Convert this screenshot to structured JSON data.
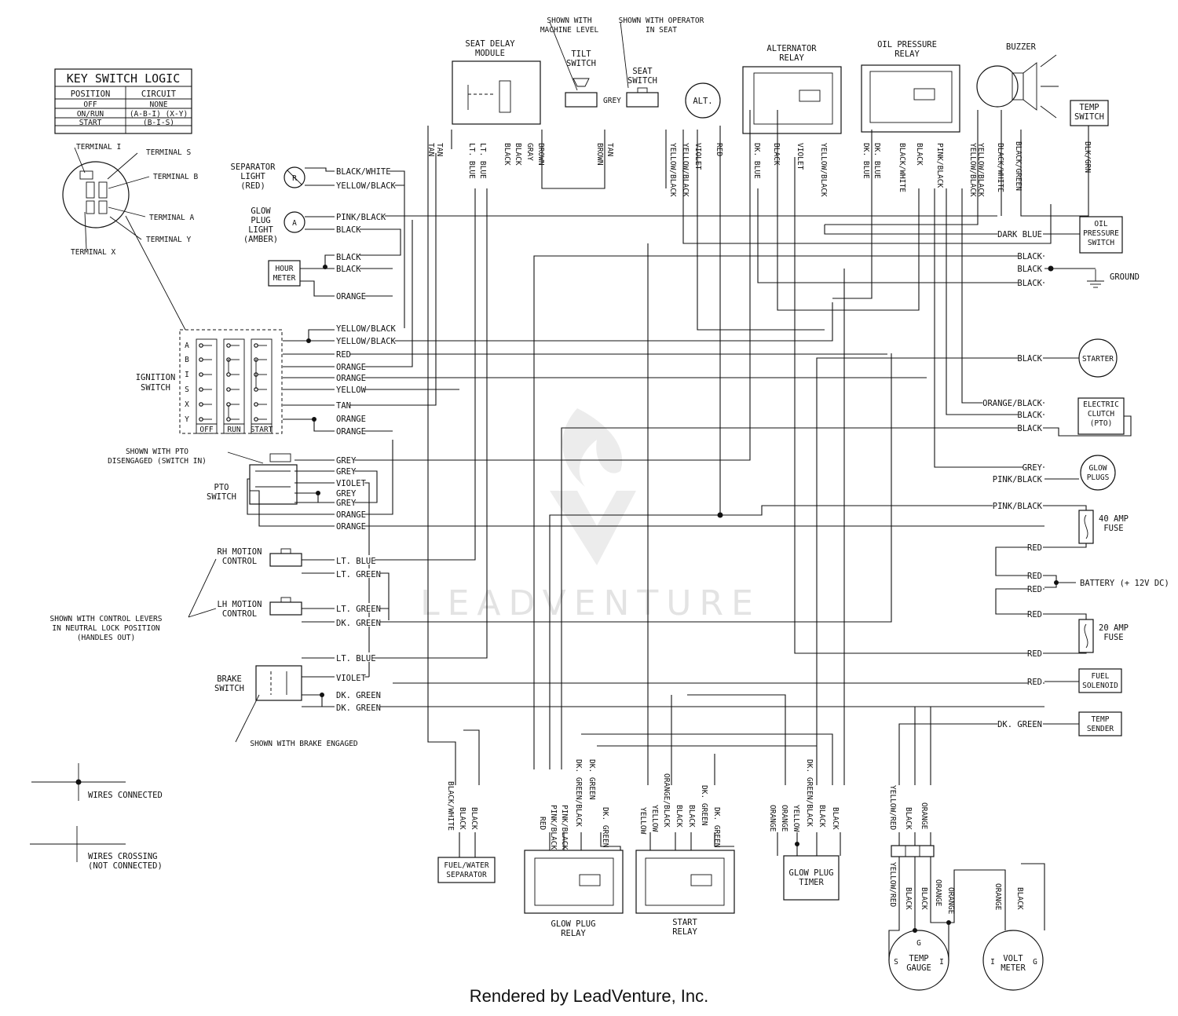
{
  "watermark": "LEADVENTURE",
  "footer": "Rendered by LeadVenture, Inc.",
  "key_logic": {
    "title": "KEY SWITCH LOGIC",
    "headers": [
      "POSITION",
      "CIRCUIT"
    ],
    "rows": [
      [
        "OFF",
        "NONE"
      ],
      [
        "ON/RUN",
        "(A-B-I) (X-Y)"
      ],
      [
        "START",
        "(B-I-S)"
      ]
    ]
  },
  "terminals": [
    "TERMINAL I",
    "TERMINAL S",
    "TERMINAL B",
    "TERMINAL A",
    "TERMINAL Y",
    "TERMINAL X"
  ],
  "ignition": {
    "name": "IGNITION\nSWITCH",
    "rows": [
      "A",
      "B",
      "I",
      "S",
      "X",
      "Y"
    ],
    "cols": [
      "OFF",
      "RUN",
      "START"
    ]
  },
  "components": {
    "separator_light": "SEPARATOR\nLIGHT\n(RED)",
    "glow_plug_light": "GLOW\nPLUG\nLIGHT\n(AMBER)",
    "hour_meter": "HOUR\nMETER",
    "pto_note": "SHOWN WITH PTO\nDISENGAGED (SWITCH IN)",
    "pto_switch": "PTO\nSWITCH",
    "rh_motion": "RH MOTION\nCONTROL",
    "lh_motion": "LH MOTION\nCONTROL",
    "control_note": "SHOWN WITH CONTROL LEVERS\nIN NEUTRAL LOCK POSITION\n(HANDLES OUT)",
    "brake_switch": "BRAKE\nSWITCH",
    "brake_note": "SHOWN WITH BRAKE ENGAGED",
    "seat_delay": "SEAT DELAY\nMODULE",
    "tilt_switch": "TILT\nSWITCH",
    "seat_switch": "SEAT\nSWITCH",
    "tilt_note": "SHOWN WITH\nMACHINE LEVEL",
    "seat_note": "SHOWN WITH OPERATOR\nIN SEAT",
    "alt": "ALT.",
    "alternator_relay": "ALTERNATOR\nRELAY",
    "oil_pressure_relay": "OIL PRESSURE\nRELAY",
    "buzzer": "BUZZER",
    "temp_switch": "TEMP\nSWITCH",
    "oil_pressure_switch": "OIL\nPRESSURE\nSWITCH",
    "ground": "GROUND",
    "starter": "STARTER",
    "electric_clutch": "ELECTRIC\nCLUTCH\n(PTO)",
    "glow_plugs": "GLOW\nPLUGS",
    "fuse_40": "40 AMP\nFUSE",
    "battery": "BATTERY (+ 12V DC)",
    "fuse_20": "20 AMP\nFUSE",
    "fuel_solenoid": "FUEL\nSOLENOID",
    "temp_sender": "TEMP\nSENDER",
    "fuel_water": "FUEL/WATER\nSEPARATOR",
    "glow_plug_relay": "GLOW PLUG\nRELAY",
    "start_relay": "START\nRELAY",
    "glow_plug_timer": "GLOW PLUG\nTIMER",
    "temp_gauge": "TEMP\nGAUGE",
    "volt_meter": "VOLT\nMETER",
    "legend_connected": "WIRES CONNECTED",
    "legend_crossing": "WIRES CROSSING\n(NOT CONNECTED)"
  },
  "wire_labels": {
    "left": [
      "BLACK/WHITE",
      "YELLOW/BLACK",
      "PINK/BLACK",
      "BLACK",
      "BLACK",
      "BLACK",
      "ORANGE",
      "YELLOW/BLACK",
      "YELLOW/BLACK",
      "RED",
      "ORANGE",
      "ORANGE",
      "YELLOW",
      "TAN",
      "ORANGE",
      "ORANGE",
      "GREY",
      "GREY",
      "VIOLET",
      "GREY",
      "GREY",
      "ORANGE",
      "ORANGE",
      "LT. BLUE",
      "LT. GREEN",
      "LT. GREEN",
      "DK. GREEN",
      "LT. BLUE",
      "VIOLET",
      "DK. GREEN",
      "DK. GREEN"
    ],
    "right": [
      "DARK BLUE",
      "BLACK",
      "BLACK",
      "BLACK",
      "BLACK",
      "ORANGE/BLACK",
      "BLACK",
      "BLACK",
      "GREY",
      "PINK/BLACK",
      "PINK/BLACK",
      "RED",
      "RED",
      "RED",
      "RED",
      "RED",
      "RED",
      "DK. GREEN",
      "YELLOW/RED",
      "BLK/GRN"
    ],
    "top": [
      "TAN",
      "TAN",
      "LT. BLUE",
      "LT. BLUE",
      "BLACK",
      "BLACK",
      "GRAY",
      "BROWN",
      "GREY",
      "BROWN",
      "TAN",
      "YELLOW/BLACK",
      "YELLOW/BLACK",
      "VIOLET",
      "RED",
      "DK. BLUE",
      "BLACK",
      "VIOLET",
      "YELLOW/BLACK",
      "DK. BLUE",
      "DK. BLUE",
      "BLACK/WHITE",
      "BLACK",
      "PINK/BLACK",
      "YELLOW/BLACK",
      "YELLOW/BLACK",
      "BLACK/WHITE",
      "BLACK/GREEN"
    ],
    "bottom": [
      "BLACK/WHITE",
      "BLACK",
      "BLACK",
      "RED",
      "PINK/BLACK",
      "PINK/BLACK",
      "DK. GREEN/BLACK",
      "DK. GREEN",
      "DK. GREEN",
      "YELLOW",
      "YELLOW",
      "ORANGE/BLACK",
      "BLACK",
      "BLACK",
      "DK. GREEN",
      "DK. GREEN",
      "ORANGE",
      "ORANGE",
      "YELLOW",
      "DK. GREEN/BLACK",
      "BLACK",
      "BLACK",
      "YELLOW/RED",
      "BLACK",
      "ORANGE",
      "YELLOW/RED",
      "BLACK",
      "BLACK",
      "ORANGE",
      "ORANGE",
      "ORANGE",
      "BLACK"
    ],
    "gauge_terminals": [
      "G",
      "S",
      "I",
      "I",
      "G"
    ]
  }
}
